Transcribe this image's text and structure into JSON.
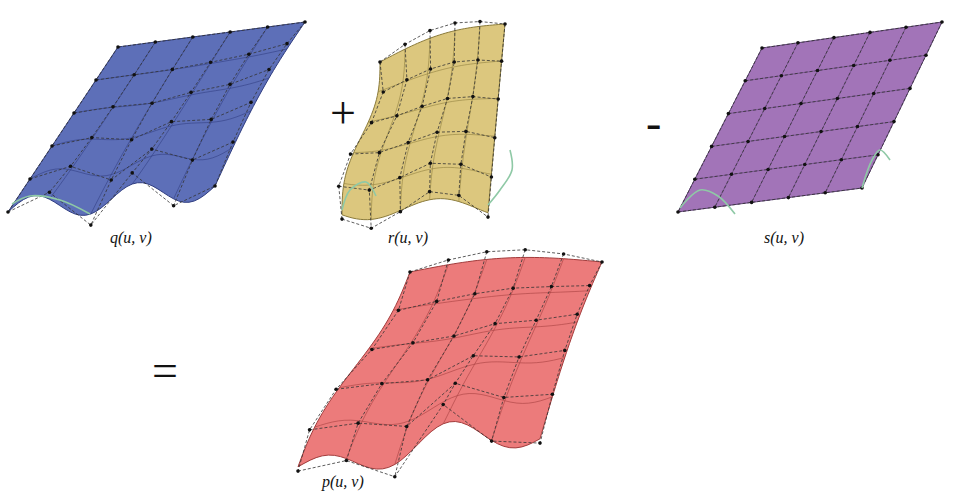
{
  "diagram": {
    "labels": [
      "q(u, v)",
      "+",
      "r(u, v)",
      "-",
      "s(u, v)",
      "=",
      "p(u, v)"
    ]
  }
}
